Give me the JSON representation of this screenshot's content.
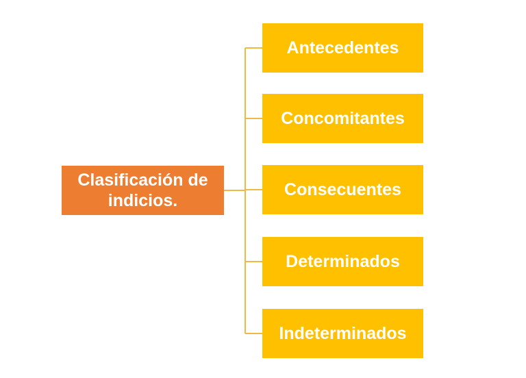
{
  "diagram": {
    "type": "hierarchy",
    "root": {
      "label": "Clasificación de indicios."
    },
    "children": [
      {
        "label": "Antecedentes"
      },
      {
        "label": "Concomitantes"
      },
      {
        "label": "Consecuentes"
      },
      {
        "label": "Determinados"
      },
      {
        "label": "Indeterminados"
      }
    ],
    "colors": {
      "root_fill": "#ED7D31",
      "child_fill": "#FFC000",
      "connector": "#F0B946",
      "text": "#FFFFFF",
      "background": "#FFFFFF"
    }
  }
}
